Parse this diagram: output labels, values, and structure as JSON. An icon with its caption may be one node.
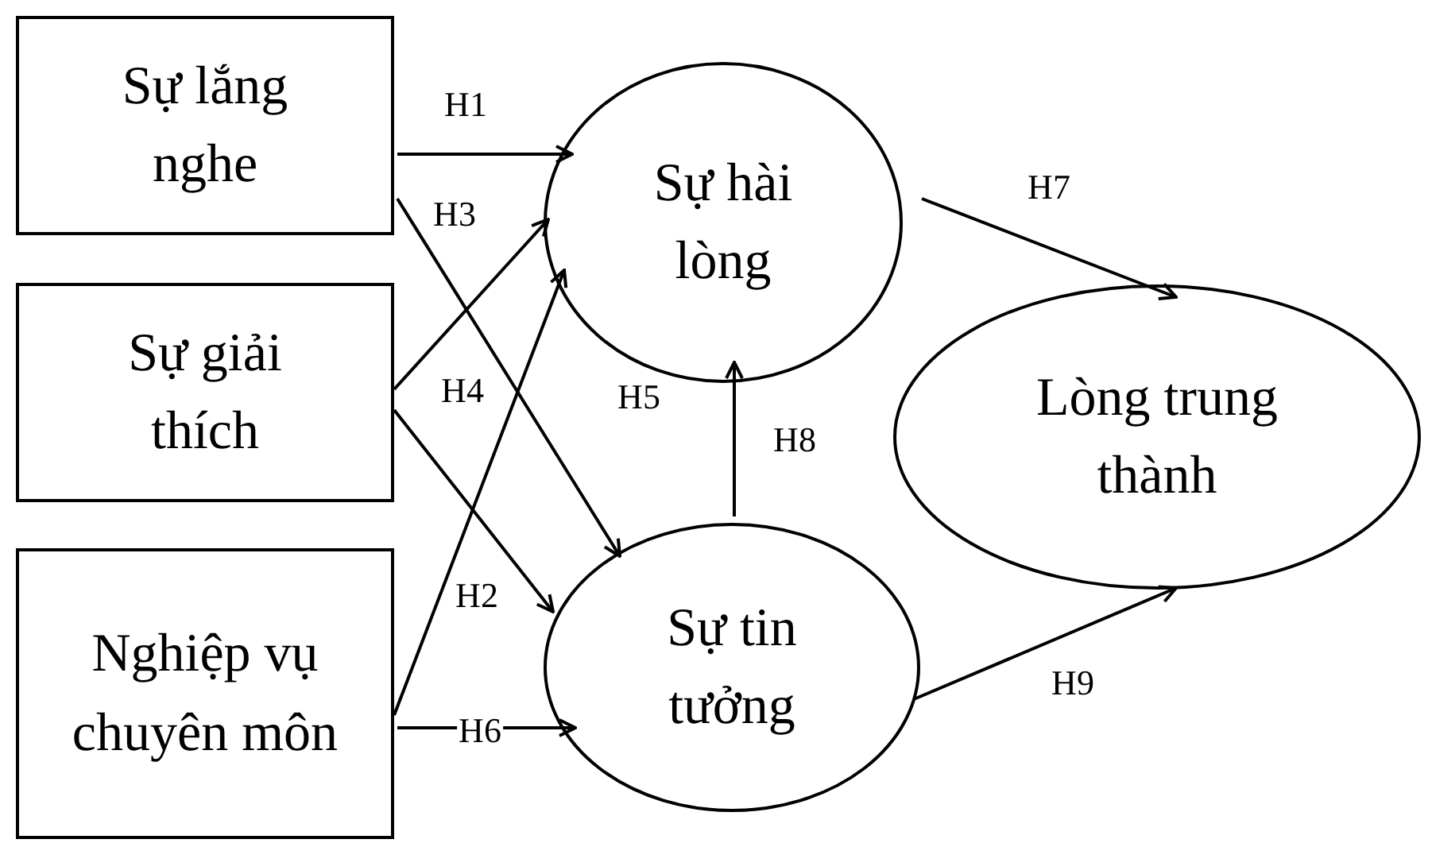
{
  "diagram": {
    "nodes": [
      {
        "text": [
          "Sự lắng nghe"
        ]
      },
      {
        "text": [
          "Sự giải thích"
        ]
      },
      {
        "text": [
          "Nghiệp vụ chuyên môn"
        ]
      },
      {
        "text": [
          "Sự hài lòng"
        ]
      },
      {
        "text": [
          "Sự tin tưởng"
        ]
      },
      {
        "text": [
          "Lòng trung thành"
        ]
      }
    ],
    "edges": [
      {
        "from": 0,
        "to": 3,
        "arrow": "to",
        "label": "H1"
      },
      {
        "from": 0,
        "to": 4,
        "arrow": "to",
        "label": "H3"
      },
      {
        "from": 1,
        "to": 3,
        "arrow": "to",
        "label": "H4"
      },
      {
        "from": 1,
        "to": 4,
        "arrow": "to",
        "label": "H2"
      },
      {
        "from": 2,
        "to": 3,
        "arrow": "to",
        "label": "H5"
      },
      {
        "from": 2,
        "to": 4,
        "arrow": "to",
        "label": "H6"
      },
      {
        "from": 4,
        "to": 3,
        "arrow": "to",
        "label": "H8"
      },
      {
        "from": 3,
        "to": 5,
        "arrow": "to",
        "label": "H7"
      },
      {
        "from": 4,
        "to": 5,
        "arrow": "to",
        "label": "H9"
      }
    ]
  }
}
